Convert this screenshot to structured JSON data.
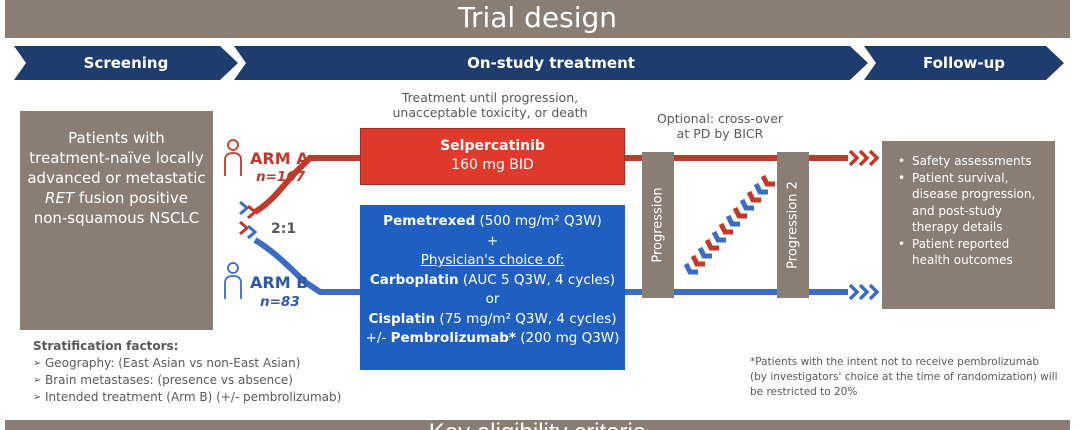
{
  "title": "Trial design",
  "bottom_title": "Key eligibility criteria",
  "phases": {
    "screening": "Screening",
    "treatment": "On-study treatment",
    "followup": "Follow-up"
  },
  "treatment_note": {
    "line1": "Treatment until progression,",
    "line2": "unacceptable toxicity, or death"
  },
  "crossover_note": {
    "line1": "Optional: cross-over",
    "line2": "at PD by BICR"
  },
  "patients": {
    "line1": "Patients with",
    "line2": "treatment-naïve locally",
    "line3": "advanced or metastatic",
    "line4_italic": "RET",
    "line4_rest": " fusion positive",
    "line5": "non-squamous NSCLC"
  },
  "ratio": "2:1",
  "arm_a": {
    "label": "ARM A",
    "n": "n=167",
    "drug": "Selpercatinib",
    "dose": "160 mg BID"
  },
  "arm_b": {
    "label": "ARM B",
    "n": "n=83",
    "l1_drug": "Pemetrexed",
    "l1_dose": " (500 mg/m² Q3W)",
    "l2": "+",
    "l3": "Physician's choice of:",
    "l4_drug": "Carboplatin",
    "l4_dose": " (AUC 5 Q3W, 4 cycles)",
    "l5": "or",
    "l6_drug": "Cisplatin",
    "l6_dose": " (75 mg/m² Q3W, 4 cycles)",
    "l7_pre": "+/- ",
    "l7_drug": "Pembrolizumab*",
    "l7_dose": " (200 mg Q3W)"
  },
  "progression1": "Progression",
  "progression2": "Progression 2",
  "followup_items": [
    "Safety assessments",
    "Patient survival, disease progression, and post-study therapy details",
    "Patient reported health outcomes"
  ],
  "stratification": {
    "heading": "Stratification factors:",
    "items": [
      "Geography: (East Asian vs non-East Asian)",
      "Brain metastases: (presence vs absence)",
      "Intended treatment (Arm B) (+/- pembrolizumab)"
    ]
  },
  "footnote": {
    "line1": "*Patients with the intent not to receive pembrolizumab",
    "line2": "(by investigators' choice at the time of randomization) will",
    "line3": "be restricted to 20%"
  },
  "colors": {
    "taupe": "#8a7d74",
    "navy": "#1f3c6e",
    "red": "#e03a2d",
    "blue": "#1f5fc0"
  }
}
